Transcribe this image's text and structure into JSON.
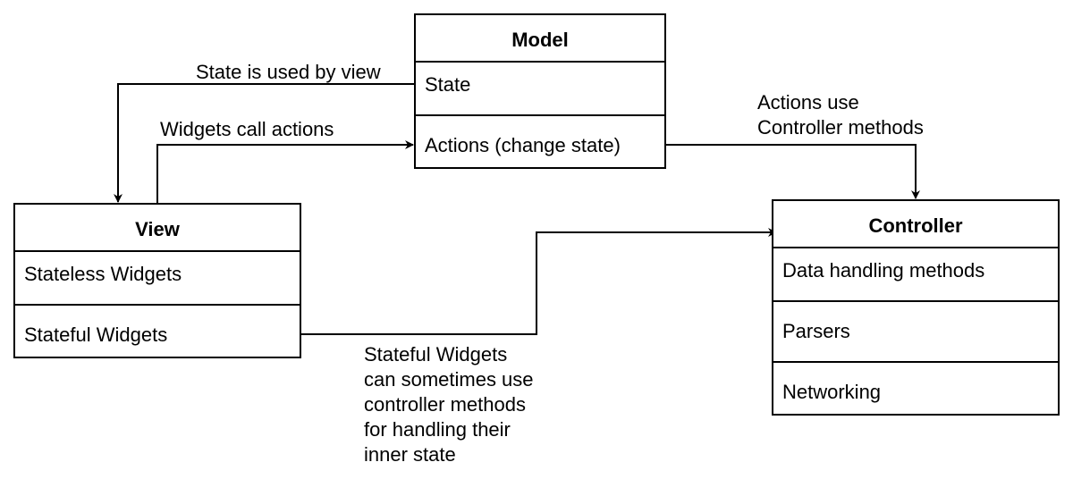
{
  "model": {
    "title": "Model",
    "rows": [
      "State",
      "Actions (change state)"
    ]
  },
  "view": {
    "title": "View",
    "rows": [
      "Stateless Widgets",
      "Stateful Widgets"
    ]
  },
  "controller": {
    "title": "Controller",
    "rows": [
      "Data handling methods",
      "Parsers",
      "Networking"
    ]
  },
  "edges": {
    "state_to_view": "State is used by view",
    "view_to_actions": "Widgets call actions",
    "actions_to_controller": [
      "Actions use",
      "Controller methods"
    ],
    "stateful_to_controller": [
      "Stateful Widgets",
      "can sometimes use",
      "controller methods",
      "for handling their",
      "inner state"
    ]
  },
  "colors": {
    "stroke": "#000000",
    "background": "#ffffff"
  }
}
